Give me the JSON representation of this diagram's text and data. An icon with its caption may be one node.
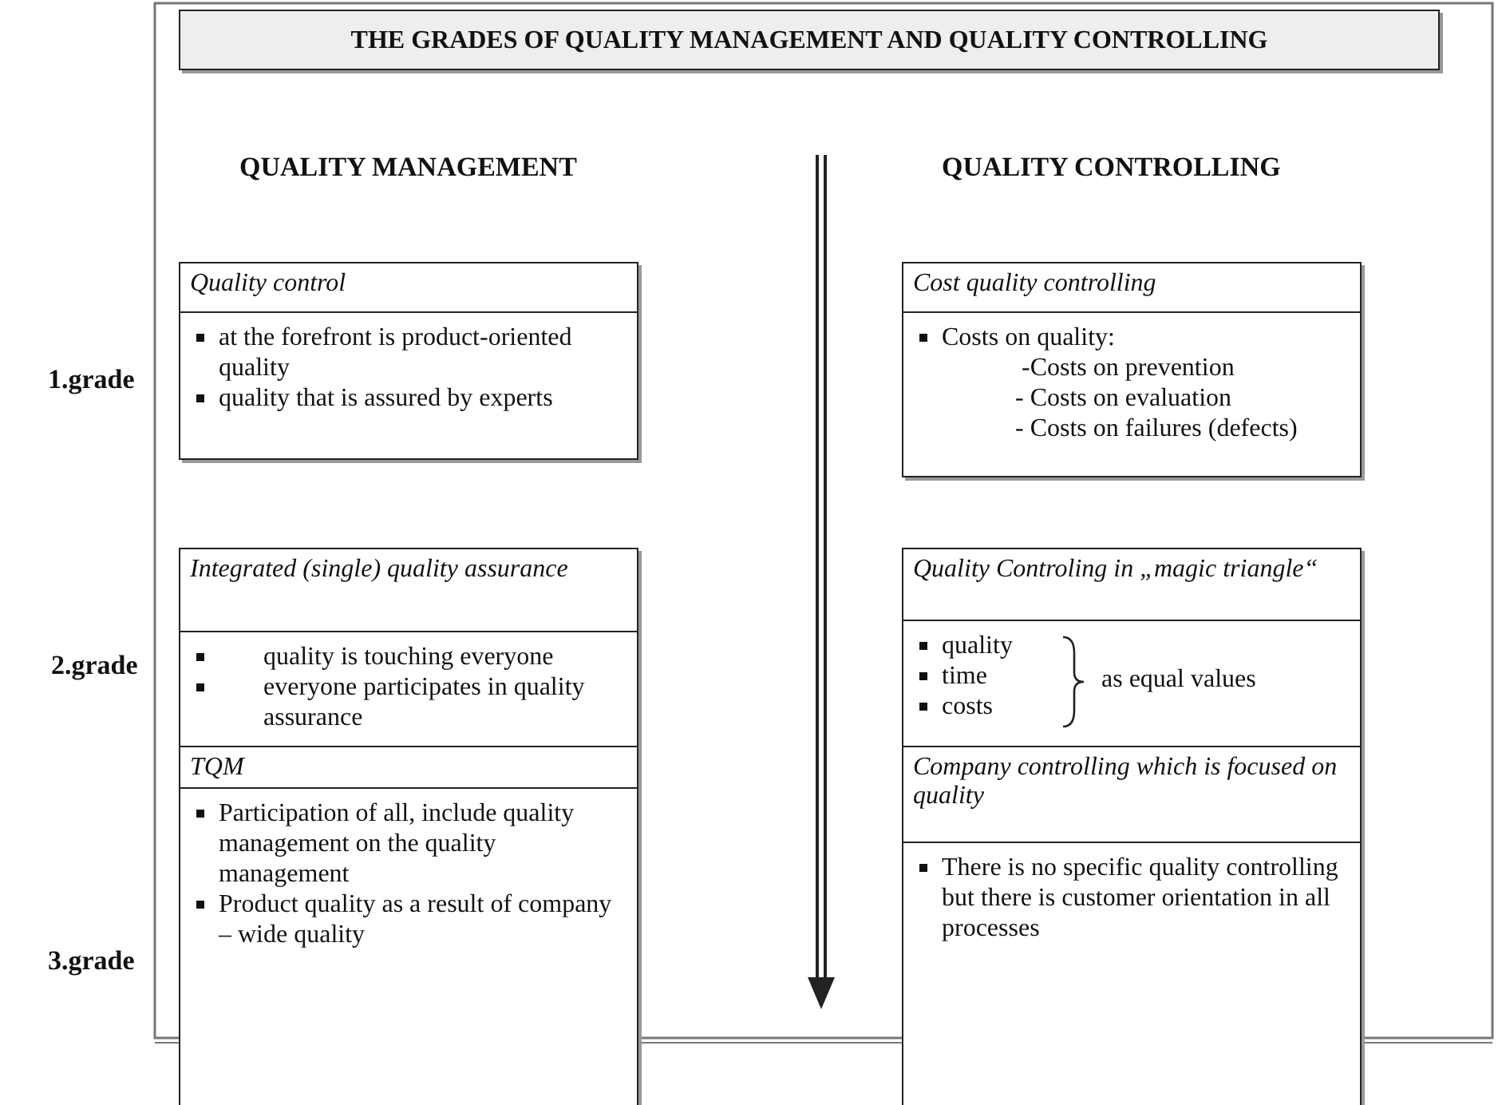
{
  "diagram": {
    "title": "THE GRADES OF QUALITY MANAGEMENT AND QUALITY CONTROLLING",
    "nodes": [
      {
        "text": [
          "Quality control",
          "at the forefront is product-oriented quality",
          "quality that is assured by experts"
        ]
      },
      {
        "text": [
          "Cost quality controlling",
          "Costs on quality:",
          "-Costs on prevention",
          "- Costs on evaluation",
          "- Costs on failures (defects)"
        ]
      },
      {
        "text": [
          "Integrated (single) quality assurance",
          "quality is touching everyone",
          "everyone participates in quality assurance"
        ]
      },
      {
        "text": [
          "Quality Controling in „magic triangle“",
          "quality",
          "time",
          "costs",
          "as equal values"
        ]
      },
      {
        "text": [
          "TQM",
          "Participation of all, include quality management on the quality management",
          "Product quality as a result of company – wide quality"
        ]
      },
      {
        "text": [
          "Company controlling which is focused on quality",
          "There is no specific quality controlling but there is customer orientation in all processes"
        ]
      }
    ],
    "edges": [],
    "labels": [
      "QUALITY MANAGEMENT",
      "QUALITY CONTROLLING",
      "1.grade",
      "2.grade",
      "3.grade"
    ]
  }
}
